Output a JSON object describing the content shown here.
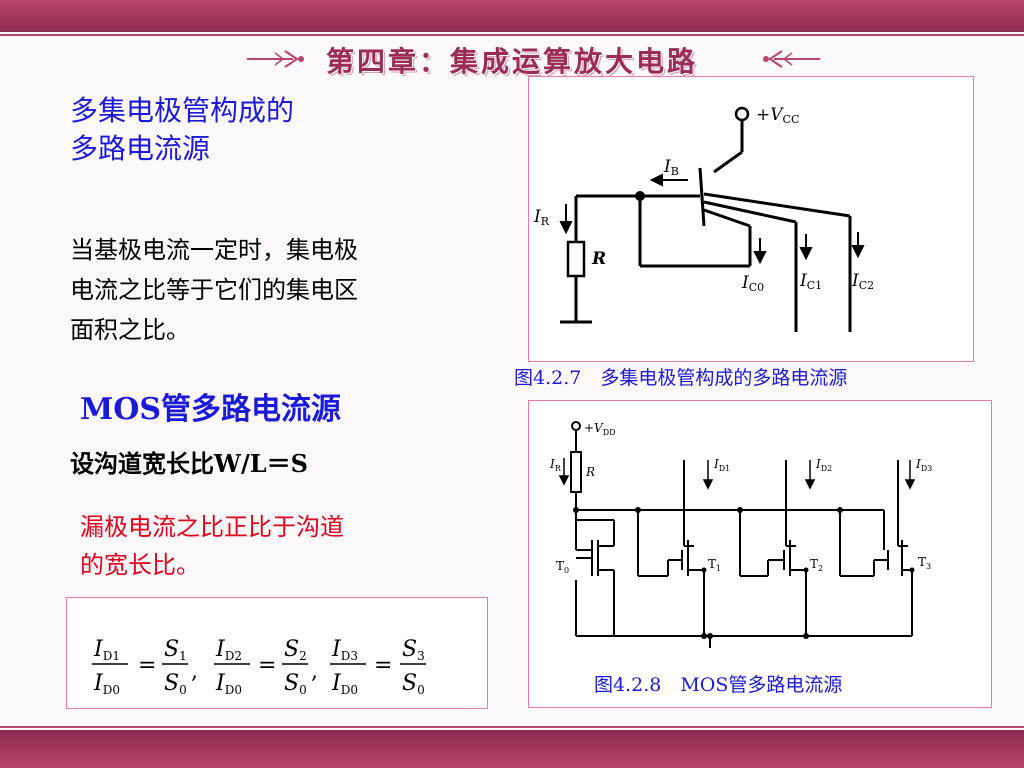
{
  "chapter_title": "第四章：集成运算放大电路",
  "section1": {
    "heading_line1": "多集电极管构成的",
    "heading_line2": "多路电流源",
    "body_line1": "当基极电流一定时，集电极",
    "body_line2": "电流之比等于它们的集电区",
    "body_line3": "面积之比。"
  },
  "section2": {
    "heading": "MOS管多路电流源",
    "line1": "设沟道宽长比W/L＝S",
    "note_line1": "漏极电流之比正比于沟道",
    "note_line2": "的宽长比。"
  },
  "figure1": {
    "caption": "图4.2.7　多集电极管构成的多路电流源",
    "labels": {
      "vcc": "+V",
      "vcc_sub": "CC",
      "ib": "I",
      "ib_sub": "B",
      "ir": "I",
      "ir_sub": "R",
      "r": "R",
      "ic0": "I",
      "ic0_sub": "C0",
      "ic1": "I",
      "ic1_sub": "C1",
      "ic2": "I",
      "ic2_sub": "C2"
    }
  },
  "figure2": {
    "caption": "图4.2.8　MOS管多路电流源",
    "labels": {
      "vdd": "+V",
      "vdd_sub": "DD",
      "ir": "I",
      "ir_sub": "R",
      "r": "R",
      "id1": "I",
      "id1_sub": "D1",
      "id2": "I",
      "id2_sub": "D2",
      "id3": "I",
      "id3_sub": "D3",
      "t0": "T",
      "t0_sub": "0",
      "t1": "T",
      "t1_sub": "1",
      "t2": "T",
      "t2_sub": "2",
      "t3": "T",
      "t3_sub": "3"
    }
  },
  "formula": {
    "n1": "I",
    "n1_sub": "D1",
    "d1": "I",
    "d1_sub": "D0",
    "eq": "=",
    "s1n": "S",
    "s1n_sub": "1",
    "s1d": "S",
    "s1d_sub": "0",
    "comma": ",",
    "n2": "I",
    "n2_sub": "D2",
    "d2": "I",
    "d2_sub": "D0",
    "s2n": "S",
    "s2n_sub": "2",
    "s2d": "S",
    "s2d_sub": "0",
    "n3": "I",
    "n3_sub": "D3",
    "d3": "I",
    "d3_sub": "D0",
    "s3n": "S",
    "s3n_sub": "3",
    "s3d": "S",
    "s3d_sub": "0"
  }
}
